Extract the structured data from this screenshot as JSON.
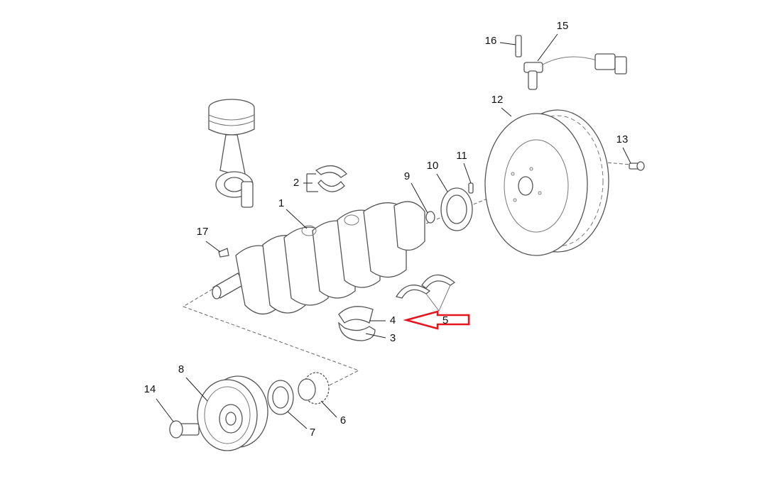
{
  "diagram": {
    "callouts": {
      "c1": "1",
      "c2": "2",
      "c3": "3",
      "c4": "4",
      "c5": "5",
      "c6": "6",
      "c7": "7",
      "c8": "8",
      "c9": "9",
      "c10": "10",
      "c11": "11",
      "c12": "12",
      "c13": "13",
      "c14": "14",
      "c15": "15",
      "c16": "16",
      "c17": "17"
    },
    "highlight_color": "#e8141b"
  }
}
